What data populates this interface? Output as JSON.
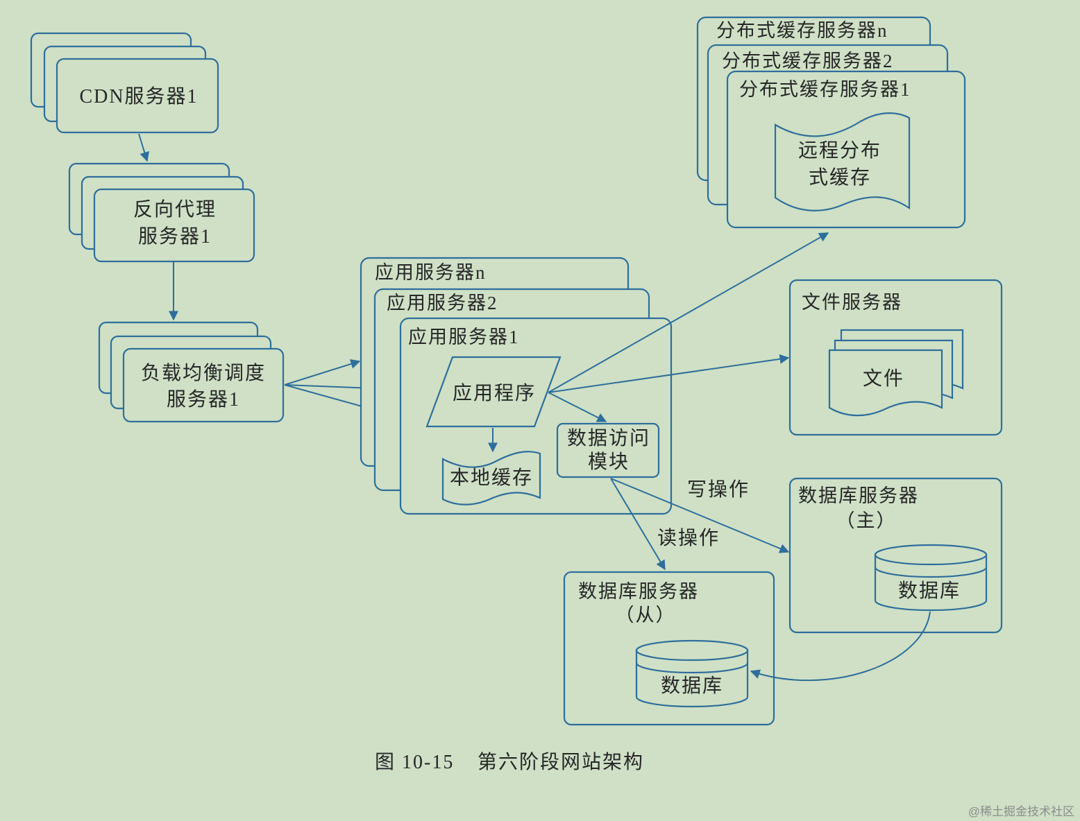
{
  "colors": {
    "background": "#cfe0c6",
    "stroke": "#2d6e9b",
    "text": "#262626",
    "credit": "#8c8c8c"
  },
  "cdn_servers": {
    "label": "CDN服务器1"
  },
  "reverse_proxy_servers": {
    "label_line1": "反向代理",
    "label_line2": "服务器1"
  },
  "load_balancer_servers": {
    "label_line1": "负载均衡调度",
    "label_line2": "服务器1"
  },
  "app_servers": {
    "titles": [
      "应用服务器n",
      "应用服务器2",
      "应用服务器1"
    ],
    "application": "应用程序",
    "local_cache": "本地缓存",
    "data_access_line1": "数据访问",
    "data_access_line2": "模块"
  },
  "distributed_cache_servers": {
    "titles": [
      "分布式缓存服务器n",
      "分布式缓存服务器2",
      "分布式缓存服务器1"
    ],
    "remote_cache_line1": "远程分布",
    "remote_cache_line2": "式缓存"
  },
  "file_server": {
    "title": "文件服务器",
    "files": "文件"
  },
  "db_master": {
    "title": "数据库服务器",
    "role": "（主）",
    "database": "数据库"
  },
  "db_slave": {
    "title": "数据库服务器",
    "role": "（从）",
    "database": "数据库"
  },
  "edges": {
    "write": "写操作",
    "read": "读操作"
  },
  "caption": {
    "number": "图 10-15",
    "title": "第六阶段网站架构"
  },
  "credit": "@稀土掘金技术社区"
}
